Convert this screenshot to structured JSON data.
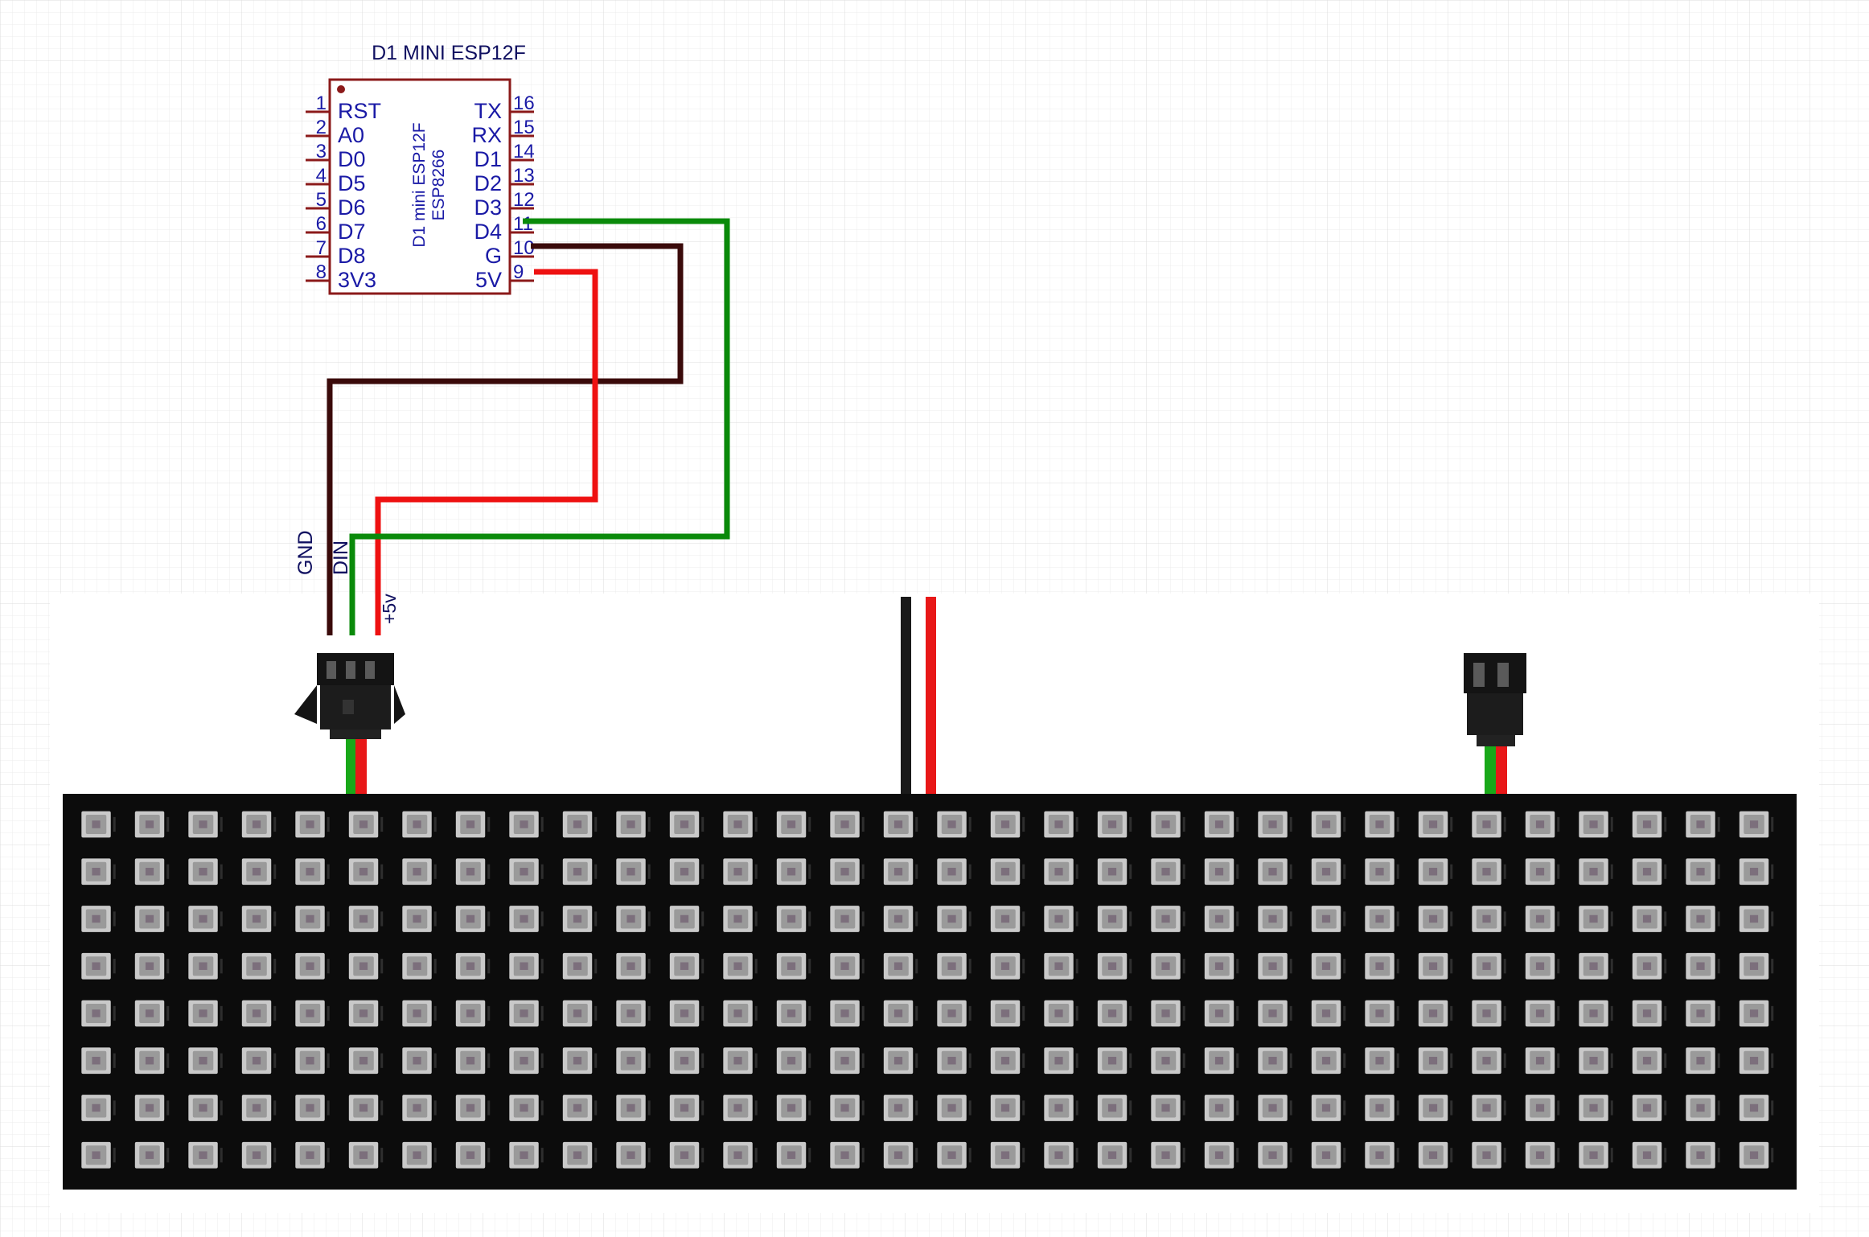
{
  "module": {
    "title": "D1 MINI ESP12F",
    "body_text": [
      "D1 mini ESP12F",
      "ESP8266"
    ],
    "left_pins": [
      {
        "num": "1",
        "label": "RST"
      },
      {
        "num": "2",
        "label": "A0"
      },
      {
        "num": "3",
        "label": "D0"
      },
      {
        "num": "4",
        "label": "D5"
      },
      {
        "num": "5",
        "label": "D6"
      },
      {
        "num": "6",
        "label": "D7"
      },
      {
        "num": "7",
        "label": "D8"
      },
      {
        "num": "8",
        "label": "3V3"
      }
    ],
    "right_pins": [
      {
        "num": "16",
        "label": "TX"
      },
      {
        "num": "15",
        "label": "RX"
      },
      {
        "num": "14",
        "label": "D1"
      },
      {
        "num": "13",
        "label": "D2"
      },
      {
        "num": "12",
        "label": "D3"
      },
      {
        "num": "11",
        "label": "D4"
      },
      {
        "num": "10",
        "label": "G"
      },
      {
        "num": "9",
        "label": "5V"
      }
    ]
  },
  "connector_labels": {
    "gnd": "GND",
    "din": "DIN",
    "vcc": "+5v"
  },
  "wires": [
    {
      "from": "D4",
      "to": "DIN",
      "color": "#0a8a0a"
    },
    {
      "from": "G",
      "to": "GND",
      "color": "#3a0a0a"
    },
    {
      "from": "5V",
      "to": "+5v",
      "color": "#ee1111"
    }
  ],
  "led_matrix": {
    "rows": 8,
    "cols": 32
  },
  "colors": {
    "schematic_blue": "#1a1aa6",
    "outline_red": "#8b1a1a",
    "pcb": "#0c0c0c",
    "grid": "#e4e4e4"
  }
}
